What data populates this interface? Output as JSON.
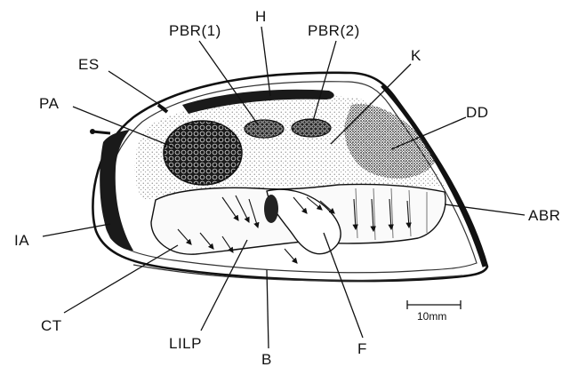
{
  "figure": {
    "labels": {
      "pbr1": "PBR(1)",
      "h": "H",
      "pbr2": "PBR(2)",
      "es": "ES",
      "k": "K",
      "pa": "PA",
      "dd": "DD",
      "abr": "ABR",
      "ia": "IA",
      "ct": "CT",
      "lilp": "LILP",
      "b": "B",
      "f": "F"
    },
    "scale_bar": "10mm"
  },
  "colors": {
    "ink": "#111111",
    "paper": "#ffffff",
    "stipple": "#444444"
  }
}
